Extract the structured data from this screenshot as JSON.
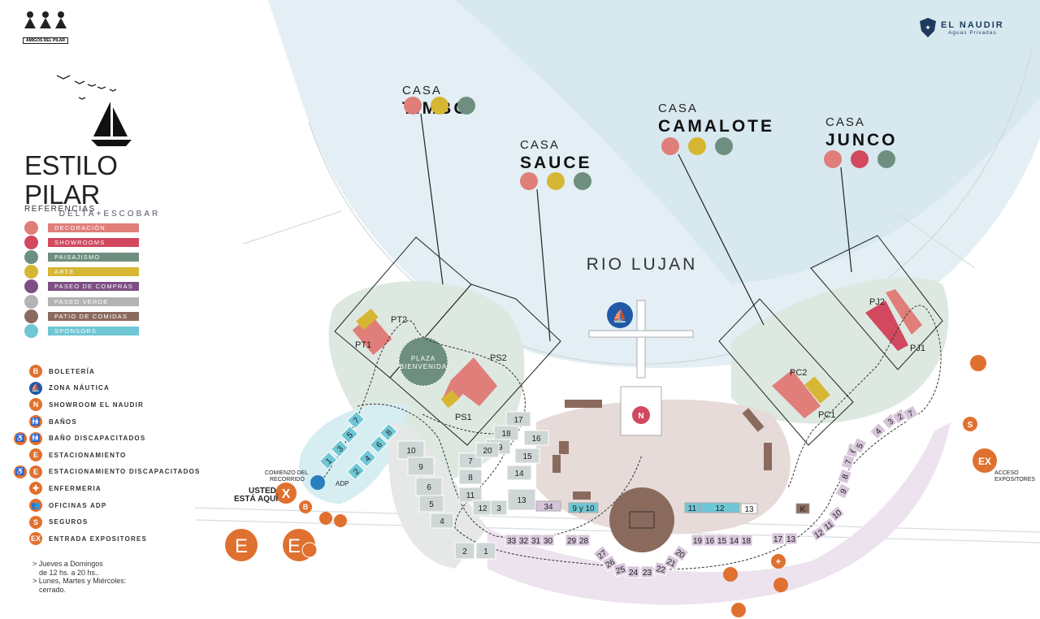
{
  "colors": {
    "decoracion": "#e07e7a",
    "showrooms": "#d1485f",
    "paisajismo": "#6e8f7f",
    "arte": "#d6b632",
    "paseo_compras": "#7d4f84",
    "paseo_verde": "#b3b3b3",
    "patio_comidas": "#8b6a5e",
    "sponsors": "#6fc7d6",
    "water": "#d6e8ef",
    "service": "#e0702f",
    "nautica": "#2159a8"
  },
  "top_logo": {
    "text": "AMIGOS DEL PILAR"
  },
  "brand": {
    "title": "ESTILO PILAR",
    "subtitle": "DELTA+ESCOBAR"
  },
  "naudir": {
    "name": "EL NAUDIR",
    "sub": "Aguas Privadas"
  },
  "river": "RIO LUJAN",
  "houses": [
    {
      "prefix": "CASA",
      "name": "TIMBO",
      "dots": [
        "decoracion",
        "arte",
        "paisajismo"
      ]
    },
    {
      "prefix": "CASA",
      "name": "SAUCE",
      "dots": [
        "decoracion",
        "arte",
        "paisajismo"
      ]
    },
    {
      "prefix": "CASA",
      "name": "CAMALOTE",
      "dots": [
        "decoracion",
        "arte",
        "paisajismo"
      ]
    },
    {
      "prefix": "CASA",
      "name": "JUNCO",
      "dots": [
        "decoracion",
        "showrooms",
        "paisajismo"
      ]
    }
  ],
  "legend": {
    "title": "REFERENCIAS",
    "items": [
      {
        "label": "DECORACIÓN",
        "color": "decoracion"
      },
      {
        "label": "SHOWROOMS",
        "color": "showrooms"
      },
      {
        "label": "PAISAJISMO",
        "color": "paisajismo"
      },
      {
        "label": "ARTE",
        "color": "arte"
      },
      {
        "label": "PASEO DE COMPRAS",
        "color": "paseo_compras"
      },
      {
        "label": "PASEO VERDE",
        "color": "paseo_verde"
      },
      {
        "label": "PATIO DE COMIDAS",
        "color": "patio_comidas"
      },
      {
        "label": "SPONSORS",
        "color": "sponsors"
      }
    ]
  },
  "services": [
    {
      "icons": [
        "B"
      ],
      "label": "BOLETERÍA"
    },
    {
      "icons": [
        "⛵"
      ],
      "label": "ZONA NÁUTICA",
      "blue": true
    },
    {
      "icons": [
        "N"
      ],
      "label": "SHOWROOM EL NAUDIR"
    },
    {
      "icons": [
        "🚻"
      ],
      "label": "BAÑOS"
    },
    {
      "icons": [
        "♿",
        "🚻"
      ],
      "label": "BAÑO DISCAPACITADOS"
    },
    {
      "icons": [
        "E"
      ],
      "label": "ESTACIONAMIENTO"
    },
    {
      "icons": [
        "♿",
        "E"
      ],
      "label": "ESTACIONAMIENTO DISCAPACITADOS"
    },
    {
      "icons": [
        "✚"
      ],
      "label": "ENFERMERIA"
    },
    {
      "icons": [
        "👥"
      ],
      "label": "OFICINAS ADP"
    },
    {
      "icons": [
        "S"
      ],
      "label": "SEGUROS"
    },
    {
      "icons": [
        "EX"
      ],
      "label": "ENTRADA EXPOSITORES"
    }
  ],
  "hours": [
    "> Jueves a Domingos",
    "de 12 hs. a 20 hs..",
    "> Lunes, Martes y Miércoles:",
    "cerrado."
  ],
  "map_labels": {
    "plaza": [
      "PLAZA",
      "BIENVENIDA"
    ],
    "start": [
      "COMIENZO DEL",
      "RECORRIDO"
    ],
    "here": [
      "USTED",
      "ESTÁ AQUÍ"
    ],
    "acceso": [
      "ACCESO",
      "EXPOSITORES"
    ],
    "adp": "ADP",
    "houses_codes": [
      "PT1",
      "PT2",
      "PS1",
      "PS2",
      "PC1",
      "PC2",
      "PJ1",
      "PJ2"
    ]
  },
  "stands": {
    "sponsor_left": [
      "7",
      "5",
      "3",
      "1",
      "8",
      "6",
      "4",
      "2"
    ],
    "green_left": [
      "10",
      "9",
      "6",
      "5",
      "4",
      "7",
      "8",
      "11",
      "12",
      "3",
      "17",
      "18",
      "19",
      "20",
      "16",
      "15",
      "14",
      "13",
      "2",
      "1"
    ],
    "bottom_row": [
      "33",
      "32",
      "31",
      "30",
      "29",
      "28",
      "19",
      "16",
      "15",
      "14",
      "18",
      "17",
      "13"
    ],
    "arc": [
      "27",
      "26",
      "25",
      "24",
      "23",
      "22",
      "21",
      "20"
    ],
    "right_arc": [
      "12",
      "11",
      "10",
      "9",
      "8",
      "7",
      "6",
      "5",
      "4",
      "3",
      "2",
      "7"
    ],
    "misc": [
      "34",
      "9 y 10",
      "11",
      "12",
      "13",
      "K"
    ]
  }
}
